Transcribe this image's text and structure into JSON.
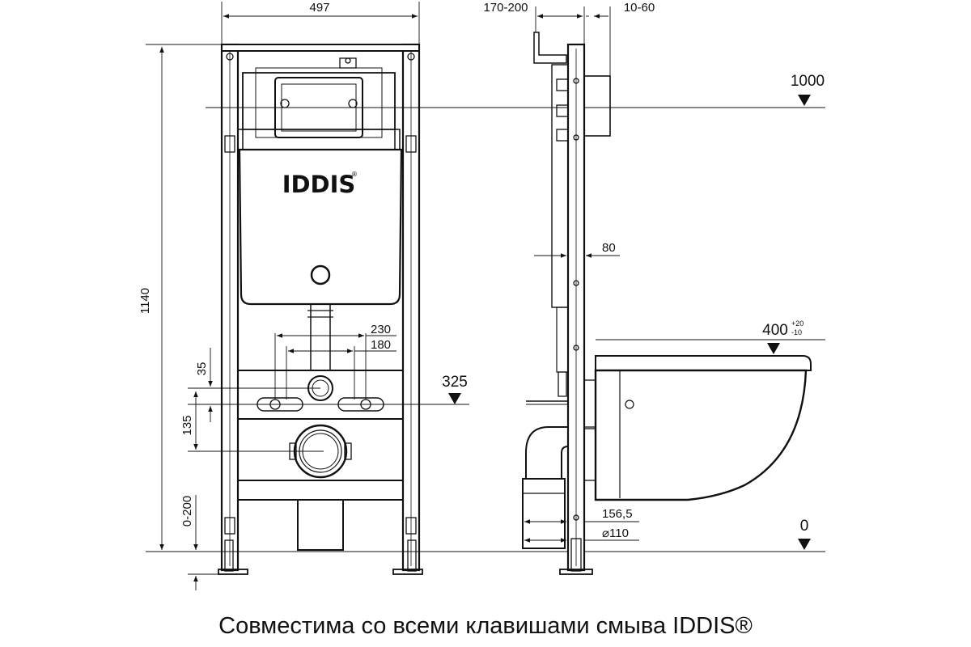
{
  "brand": {
    "logo_text": "IDDIS",
    "logo_mark": "®"
  },
  "dimensions": {
    "frame_width": "497",
    "frame_height": "1140",
    "offset_top": "170-200",
    "offset_side": "10-60",
    "level_flush": "1000",
    "level_inlet": "325",
    "level_bowl": "400",
    "level_bowl_tol_plus": "+20",
    "level_bowl_tol_minus": "-10",
    "level_floor": "0",
    "stud_wide": "230",
    "stud_narrow": "180",
    "rise_small": "35",
    "rise_outlet": "135",
    "leg_adjust": "0-200",
    "depth_pipe": "80",
    "drain_offset": "156,5",
    "drain_diameter": "⌀110"
  },
  "caption": "Совместима со всеми клавишами смыва IDDIS®"
}
